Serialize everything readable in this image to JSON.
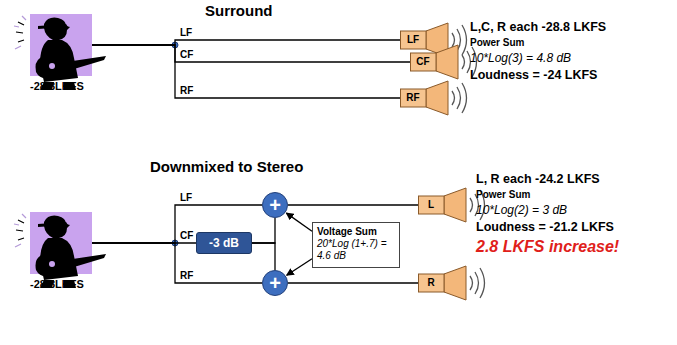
{
  "diagram": {
    "nodes": [
      {
        "text": [
          "-28.8LKFS"
        ]
      },
      {
        "text": [
          "LF"
        ]
      },
      {
        "text": [
          "CF"
        ]
      },
      {
        "text": [
          "RF"
        ]
      },
      {
        "text": [
          "-28.8LKFS"
        ]
      },
      {
        "text": [
          "-3 dB"
        ]
      },
      {
        "text": [
          "+"
        ]
      },
      {
        "text": [
          "+"
        ]
      },
      {
        "text": [
          "Voltage Sum",
          "20*Log (1+.7) = 4.6 dB"
        ]
      },
      {
        "text": [
          "L"
        ]
      },
      {
        "text": [
          "R"
        ]
      }
    ],
    "edges": [
      {
        "from": 0,
        "to": 1,
        "label": "LF",
        "arrow": "none"
      },
      {
        "from": 0,
        "to": 2,
        "label": "CF",
        "arrow": "none"
      },
      {
        "from": 0,
        "to": 3,
        "label": "RF",
        "arrow": "none"
      },
      {
        "from": 4,
        "to": 6,
        "label": "LF",
        "arrow": "none"
      },
      {
        "from": 4,
        "to": 5,
        "label": "CF",
        "arrow": "none"
      },
      {
        "from": 4,
        "to": 7,
        "label": "RF",
        "arrow": "none"
      },
      {
        "from": 5,
        "to": 6,
        "arrow": "none"
      },
      {
        "from": 5,
        "to": 7,
        "arrow": "none"
      },
      {
        "from": 6,
        "to": 9,
        "arrow": "none"
      },
      {
        "from": 7,
        "to": 10,
        "arrow": "none"
      },
      {
        "from": 8,
        "to": 6,
        "arrow": "to"
      },
      {
        "from": 8,
        "to": 7,
        "arrow": "to"
      }
    ],
    "labels": [
      "Surround",
      "L,C, R each -28.8 LKFS",
      "Power Sum",
      "10*Log(3) = 4.8 dB",
      "Loudness = -24 LKFS",
      "Downmixed to Stereo",
      "L, R each -24.2 LKFS",
      "Power Sum",
      "10*Log(2) = 3 dB",
      "Loudness = -21.2 LKFS",
      "2.8 LKFS increase!"
    ]
  }
}
